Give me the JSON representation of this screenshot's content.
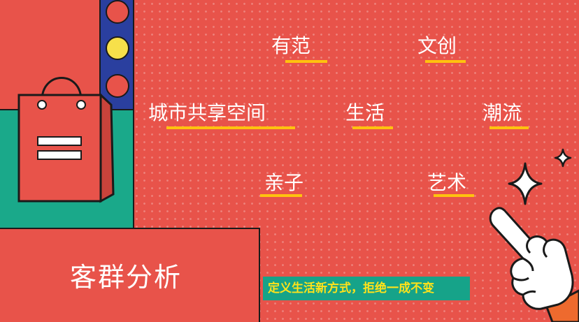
{
  "heading": "客群分析",
  "slogan": "定义生活新方式，拒绝一成不变",
  "tags": {
    "youfan": "有范",
    "wenchuang": "文创",
    "city_space": "城市共享空间",
    "life": "生活",
    "trend": "潮流",
    "family": "亲子",
    "art": "艺术"
  },
  "colors": {
    "background": "#e8534a",
    "green": "#1aa98a",
    "blue": "#2a3f9f",
    "yellow": "#ffc20e",
    "circle_yellow": "#f7e04a",
    "slogan_bg": "#16a389",
    "slogan_text": "#ffe21a"
  },
  "icons": [
    "shopping-bag-icon",
    "sparkle-icon",
    "pointing-hand-icon",
    "circle-icon"
  ]
}
